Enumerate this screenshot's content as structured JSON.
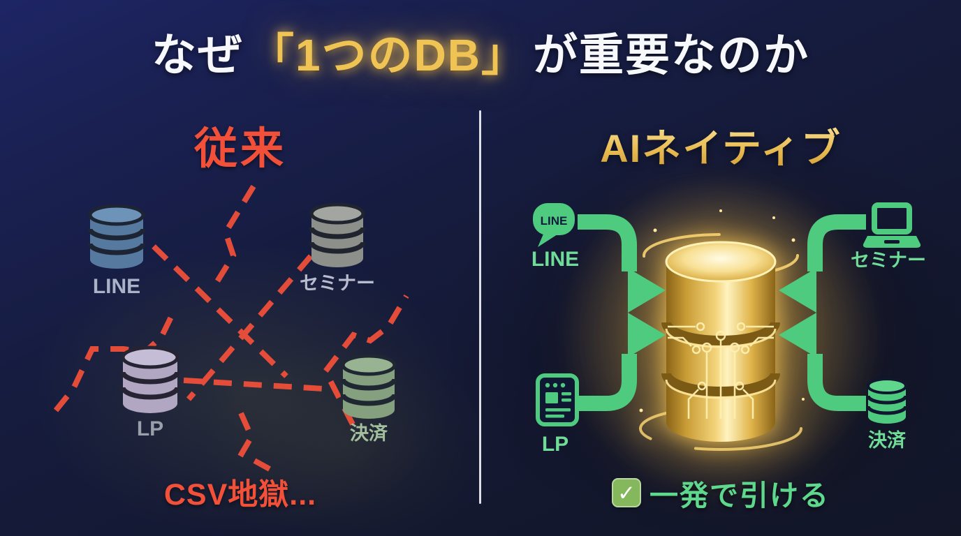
{
  "title": {
    "prefix": "なぜ",
    "highlight": "「1つのDB」",
    "suffix": "が重要なのか"
  },
  "left_panel": {
    "heading": "従来",
    "databases": [
      {
        "label": "LINE"
      },
      {
        "label": "セミナー"
      },
      {
        "label": "LP"
      },
      {
        "label": "決済"
      }
    ],
    "caption": "CSV地獄..."
  },
  "right_panel": {
    "heading": "AIネイティブ",
    "line_icon_text": "LINE",
    "sources": [
      {
        "label": "LINE",
        "icon": "line-bubble-icon"
      },
      {
        "label": "セミナー",
        "icon": "laptop-icon"
      },
      {
        "label": "LP",
        "icon": "browser-window-icon"
      },
      {
        "label": "決済",
        "icon": "database-icon"
      }
    ],
    "center_icon": "golden-database-icon",
    "checkbox_glyph": "✓",
    "caption": "一発で引ける"
  },
  "colors": {
    "background_navy": "#161c3f",
    "title_gold": "#f0c355",
    "traditional_red": "#f3503a",
    "ai_native_green": "#4fcb80",
    "green_label": "#6fdd98",
    "gold_database": "#f2d27a",
    "db_line_blue": "#567a9f",
    "db_seminar_gray": "#8d8f8b",
    "db_lp_purple": "#b1a7c2",
    "db_payment_green": "#84a07e",
    "divider_white": "#e9eaf0"
  }
}
